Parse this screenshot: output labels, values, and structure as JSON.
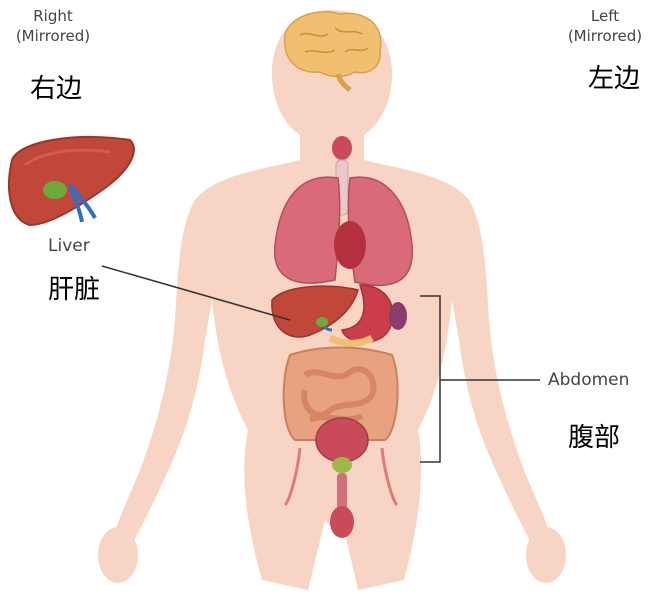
{
  "labels": {
    "right_side": {
      "line1": "Right",
      "line2": "(Mirrored)",
      "zh": "右边"
    },
    "left_side": {
      "line1": "Left",
      "line2": "(Mirrored)",
      "zh": "左边"
    },
    "liver": {
      "en": "Liver",
      "zh": "肝脏"
    },
    "abdomen": {
      "en": "Abdomen",
      "zh": "腹部"
    }
  },
  "colors": {
    "skin": "#f7d4c4",
    "lung": "#d96a78",
    "liver": "#c0473a",
    "stomach": "#c93e4a",
    "intestine": "#e8a27f",
    "brain": "#f0c070",
    "leader_line": "#333333"
  }
}
